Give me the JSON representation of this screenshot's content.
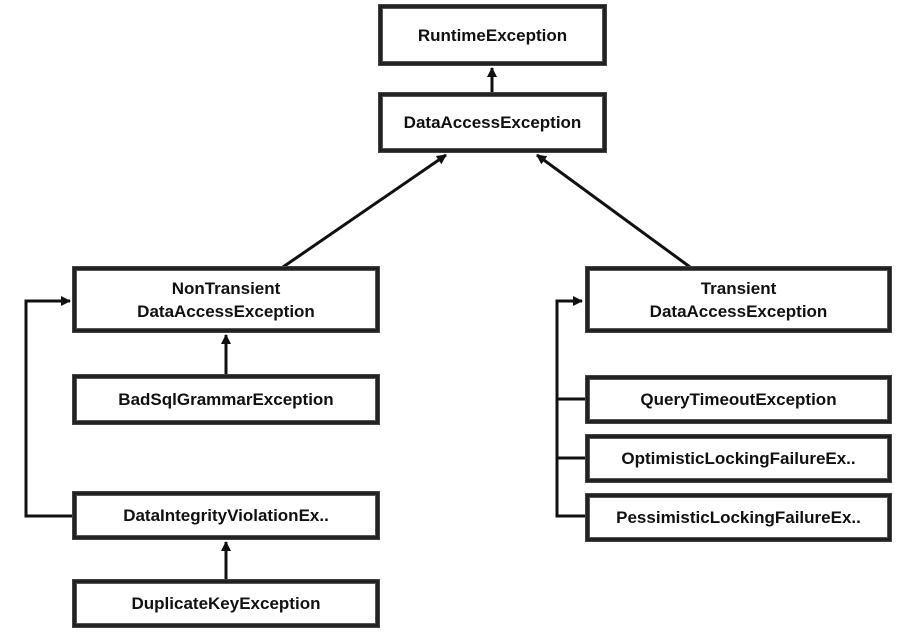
{
  "nodes": {
    "runtime": {
      "label": "RuntimeException"
    },
    "data_access": {
      "label": "DataAccessException"
    },
    "non_transient": {
      "line1": "NonTransient",
      "line2": "DataAccessException"
    },
    "transient": {
      "line1": "Transient",
      "line2": "DataAccessException"
    },
    "bad_sql": {
      "label": "BadSqlGrammarException"
    },
    "data_integrity": {
      "label": "DataIntegrityViolationEx.."
    },
    "duplicate_key": {
      "label": "DuplicateKeyException"
    },
    "query_timeout": {
      "label": "QueryTimeoutException"
    },
    "optimistic": {
      "label": "OptimisticLockingFailureEx.."
    },
    "pessimistic": {
      "label": "PessimisticLockingFailureEx.."
    }
  },
  "colors": {
    "stroke": "#111111",
    "background": "#ffffff"
  }
}
